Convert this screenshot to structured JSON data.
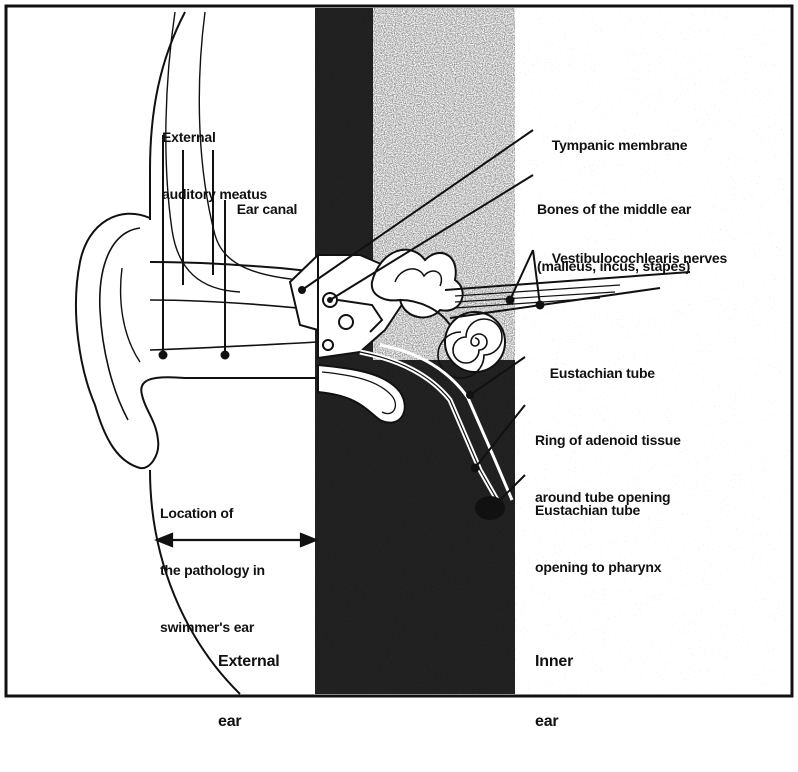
{
  "labels": {
    "external_auditory_meatus": [
      "External",
      "auditory meatus"
    ],
    "ear_canal": "Ear canal",
    "tympanic_membrane": "Tympanic membrane",
    "bones_middle_ear": [
      "Bones of the middle ear",
      "(malleus, incus, stapes)"
    ],
    "vestibulocochlearis_nerves": "Vestibulocochlearis nerves",
    "eustachian_tube": "Eustachian tube",
    "ring_adenoid": [
      "Ring of adenoid tissue",
      "around tube opening"
    ],
    "eustachian_opening": [
      "Eustachian tube",
      "opening to pharynx"
    ],
    "pathology_location": [
      "Location of",
      "the pathology in",
      "swimmer's ear"
    ],
    "external_ear": [
      "External",
      "ear"
    ],
    "inner_ear": [
      "Inner",
      "ear"
    ]
  },
  "colors": {
    "ink": "#111111",
    "middle_band": "#1e1e1e",
    "paper": "#ffffff",
    "speckle": "#cfcfcf"
  }
}
